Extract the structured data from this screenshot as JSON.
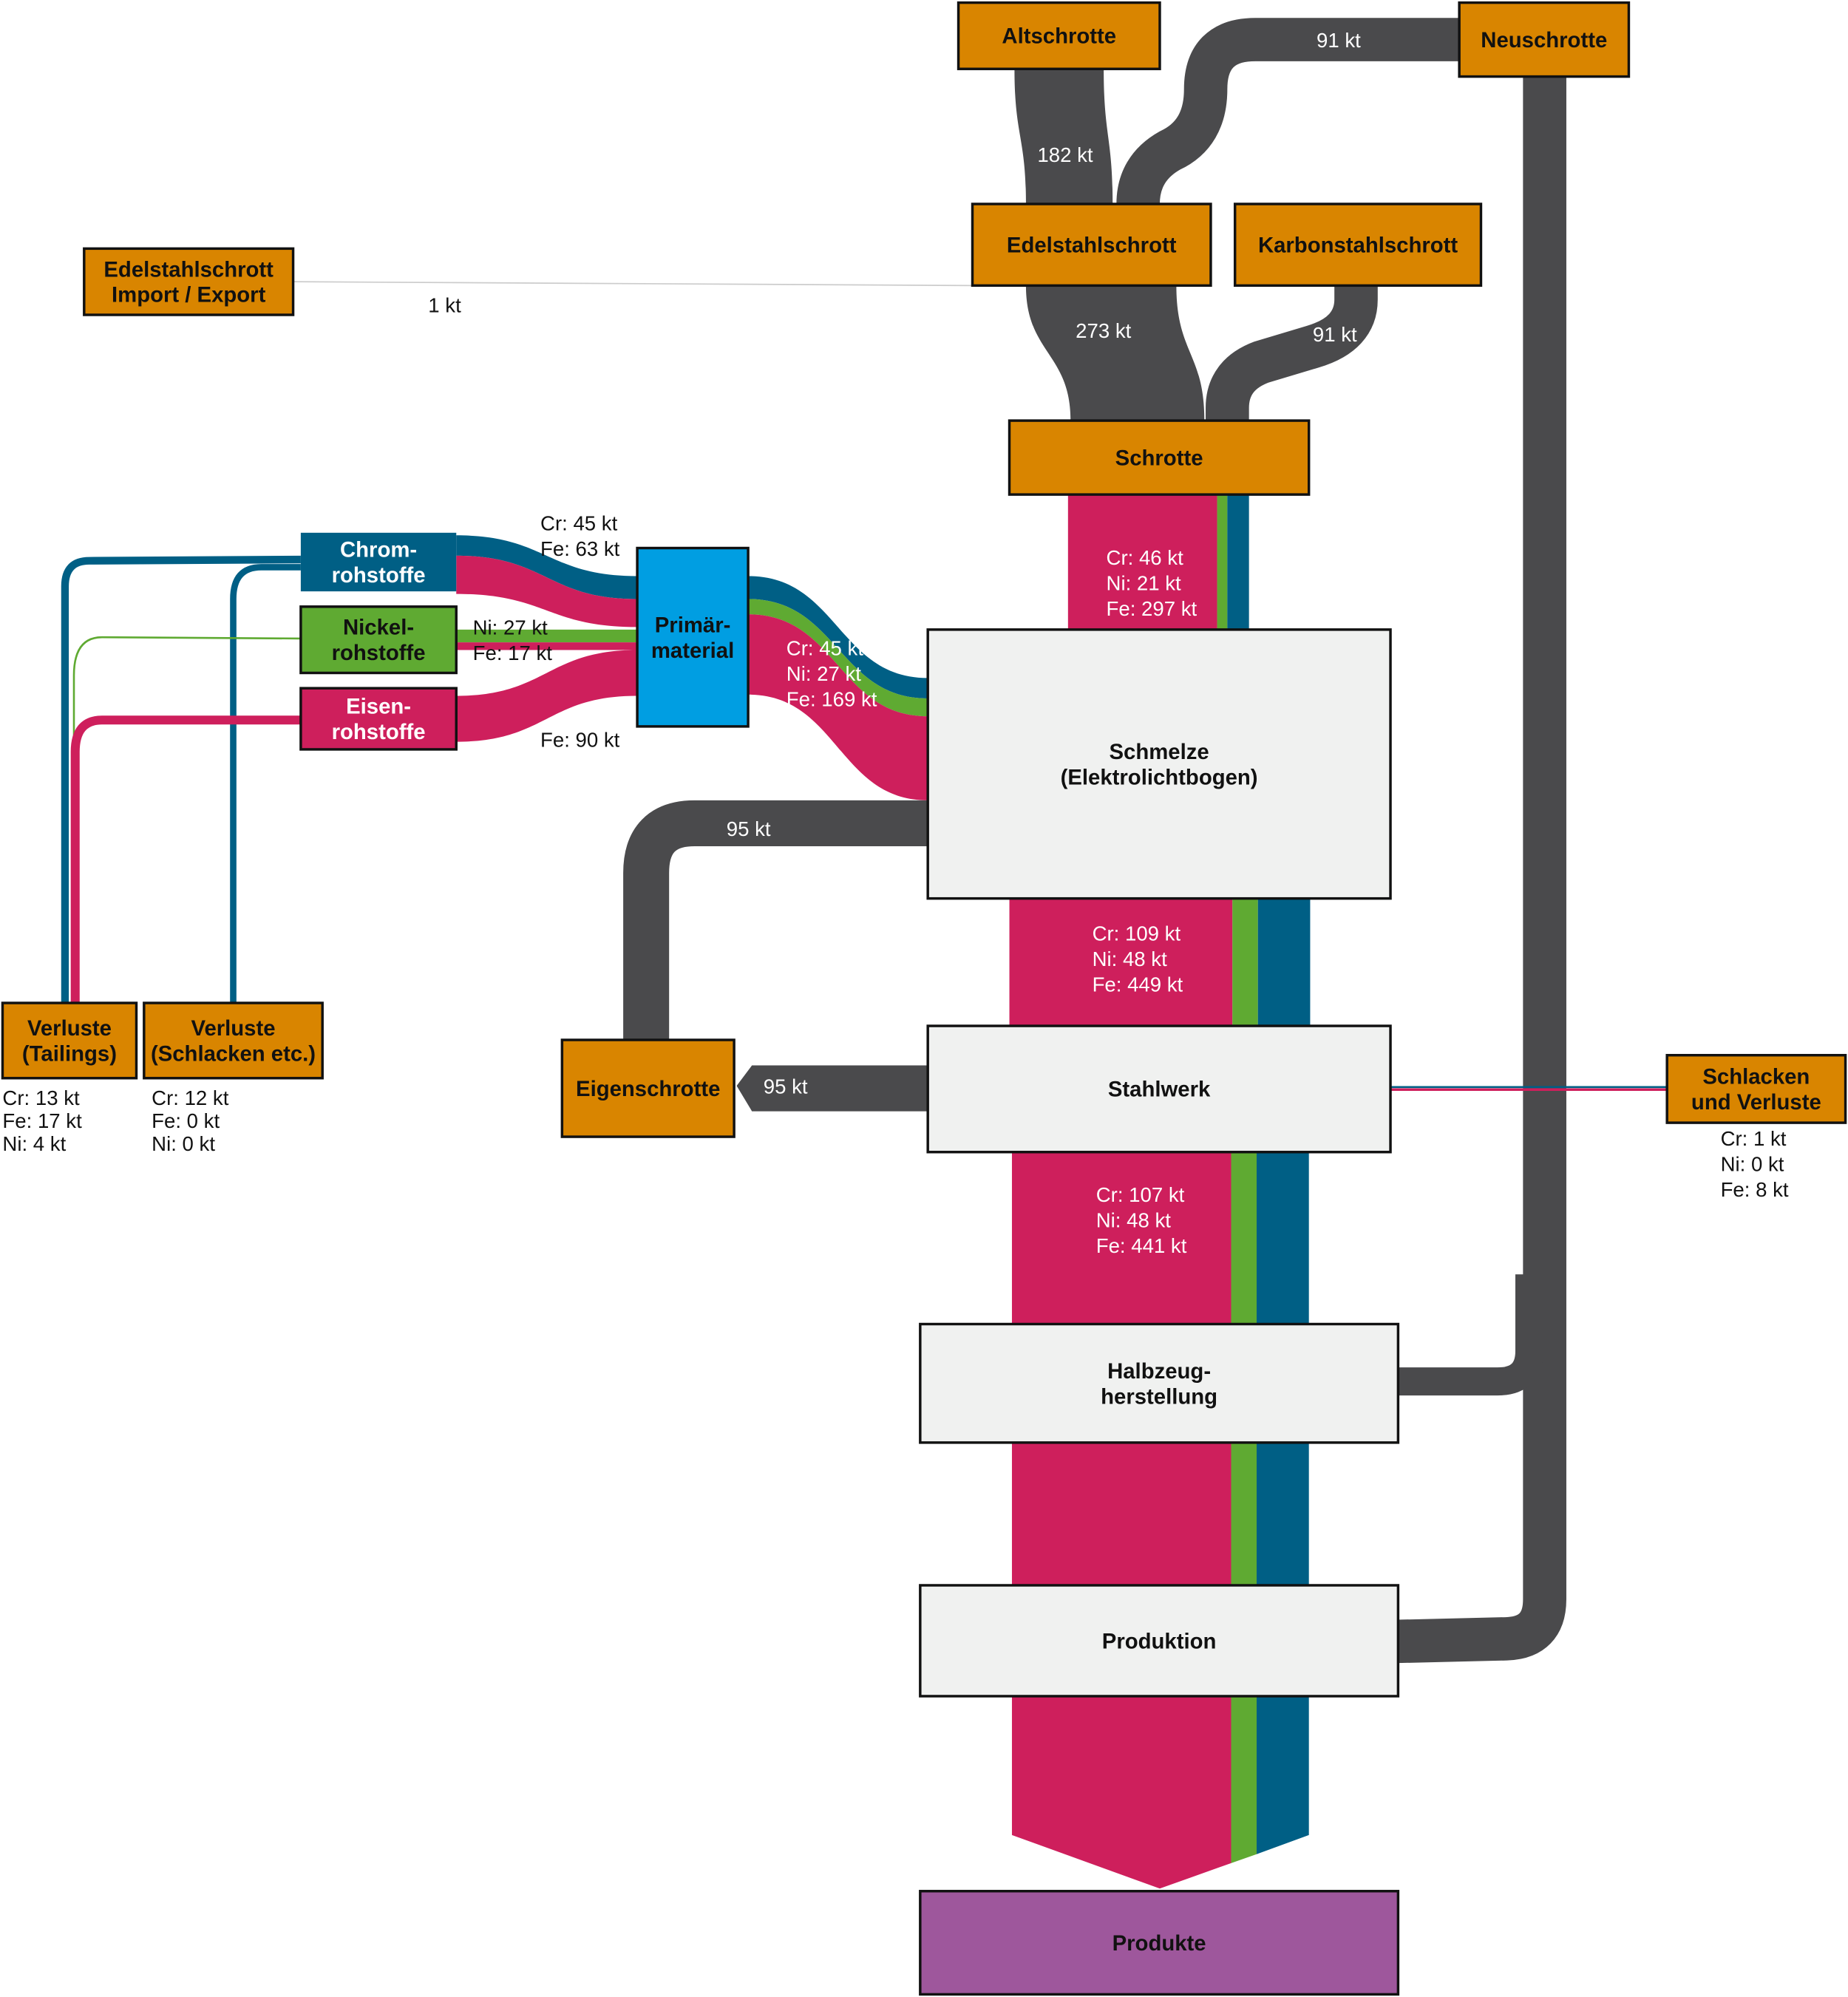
{
  "colors": {
    "scrap_node": "#D98500",
    "gray_flow": "#4A4A4C",
    "iron": "#CE1F5C",
    "nickel": "#5FAA32",
    "chrome": "#005F85",
    "primary": "#009EE2",
    "process": "#F0F1F0",
    "product": "#9E579C"
  },
  "nodes": {
    "altschrotte": "Altschrotte",
    "neuschrotte": "Neuschrotte",
    "edelstahlschrott": "Edelstahlschrott",
    "karbonstahlschrott": "Karbonstahlschrott",
    "import_export": [
      "Edelstahlschrott",
      "Import / Export"
    ],
    "schrotte": "Schrotte",
    "chrom": [
      "Chrom-",
      "rohstoffe"
    ],
    "nickel": [
      "Nickel-",
      "rohstoffe"
    ],
    "eisen": [
      "Eisen-",
      "rohstoffe"
    ],
    "primaer": [
      "Primär-",
      "material"
    ],
    "schmelze": [
      "Schmelze",
      "(Elektrolichtbogen)"
    ],
    "stahlwerk": "Stahlwerk",
    "halbzeug": [
      "Halbzeug-",
      "herstellung"
    ],
    "produktion": "Produktion",
    "produkte": "Produkte",
    "eigenschrotte": "Eigenschrotte",
    "schlacken": [
      "Schlacken",
      "und Verluste"
    ],
    "verluste_tailings": [
      "Verluste",
      "(Tailings)"
    ],
    "verluste_schlacken": [
      "Verluste",
      "(Schlacken etc.)"
    ]
  },
  "flows": {
    "alt_to_edel": "182 kt",
    "neu_to_edel": "91 kt",
    "import_export": "1 kt",
    "edel_to_schrotte": "273 kt",
    "karbon_to_schrotte": "91 kt",
    "chrom_to_primaer": [
      "Cr: 45 kt",
      "Fe: 63 kt"
    ],
    "nickel_to_primaer": [
      "Ni: 27 kt",
      "Fe: 17 kt"
    ],
    "eisen_to_primaer": "Fe: 90 kt",
    "primaer_to_schmelze": [
      "Cr: 45 kt",
      "Ni: 27 kt",
      "Fe: 169 kt"
    ],
    "schrotte_to_schmelze": [
      "Cr: 46 kt",
      "Ni: 21 kt",
      "Fe: 297 kt"
    ],
    "schmelze_to_eigen": "95 kt",
    "schmelze_to_stahlwerk": [
      "Cr: 109 kt",
      "Ni: 48 kt",
      "Fe: 449 kt"
    ],
    "stahlwerk_to_eigen": "95 kt",
    "stahlwerk_to_halbzeug": [
      "Cr: 107 kt",
      "Ni: 48 kt",
      "Fe: 441 kt"
    ],
    "tailings": [
      "Cr: 13 kt",
      "Fe: 17 kt",
      "Ni: 4 kt"
    ],
    "schlacken_etc": [
      "Cr: 12 kt",
      "Fe: 0 kt",
      "Ni: 0 kt"
    ],
    "schlacken_verluste": [
      "Cr: 1 kt",
      "Ni: 0 kt",
      "Fe: 8 kt"
    ]
  }
}
